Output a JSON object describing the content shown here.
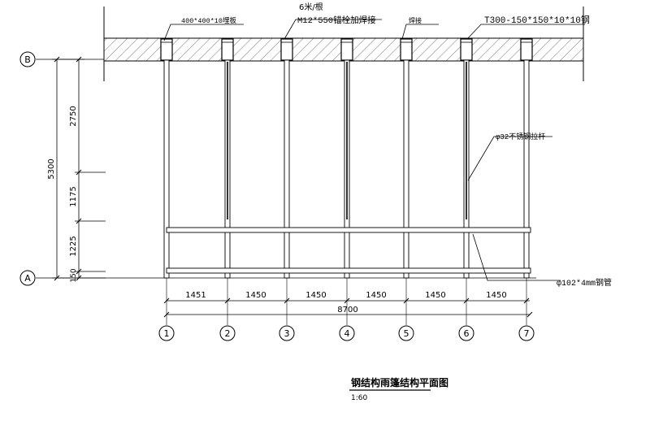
{
  "drawing": {
    "title": "钢结构雨篷结构平面图",
    "scale": "1:60"
  },
  "axes_letters": [
    "B",
    "A"
  ],
  "axes_numbers": [
    "1",
    "2",
    "3",
    "4",
    "5",
    "6",
    "7"
  ],
  "callouts": {
    "embed_plate": "400*400*10埋板",
    "spacing": "6米/根",
    "anchor_bolt": "M12*550锚栓加焊接",
    "weld": "焊接",
    "tee_beam": "T300-150*150*10*10钢",
    "tie_rod": "φ32不锈钢拉杆",
    "steel_pipe": "φ102*4mm钢管"
  },
  "dims_horizontal": [
    "1451",
    "1450",
    "1450",
    "1450",
    "1450",
    "1450"
  ],
  "dim_total": "8700",
  "dims_vertical": [
    "2750",
    "1175",
    "1225",
    "150"
  ],
  "dim_vertical_total": "5300"
}
